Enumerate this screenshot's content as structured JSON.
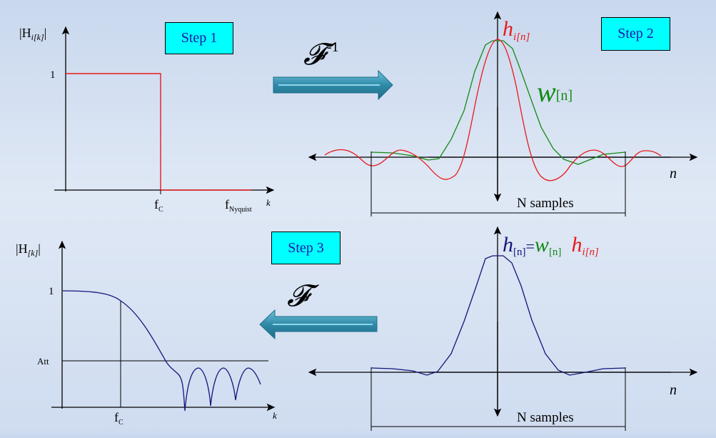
{
  "steps": {
    "step1": "Step 1",
    "step2": "Step 2",
    "step3": "Step 3"
  },
  "panel_top_left": {
    "y_label": "|H_i[k]|",
    "y_label_main": "|H",
    "y_label_sub": "i[k]",
    "tick_one": "1",
    "x_tick_fc": "f",
    "x_tick_fc_sub": "C",
    "x_tick_nyq": "f",
    "x_tick_nyq_sub": "Nyquist",
    "x_axis_label": "k"
  },
  "panel_bottom_left": {
    "y_label_main": "|H",
    "y_label_sub": "[k]",
    "tick_one": "1",
    "tick_att": "Att",
    "x_tick_fc": "f",
    "x_tick_fc_sub": "C",
    "x_axis_label": "k"
  },
  "panel_top_right": {
    "h_main": "h",
    "h_sub": "i[n]",
    "w_main": "w",
    "w_sub": "[n]",
    "x_axis_label": "n",
    "span_label": "N samples"
  },
  "panel_bottom_right": {
    "h_main": "h",
    "h_sub": "[n]",
    "equals": "=",
    "w_main": "w",
    "w_sub": "[n]",
    "hi_main": "h",
    "hi_sub": "i[n]",
    "x_axis_label": "n",
    "span_label": "N samples"
  },
  "arrows": {
    "inverse_transform": "𝓕",
    "inverse_exponent": "-1",
    "forward_transform": "𝓕"
  },
  "colors": {
    "red": "#e81a1a",
    "green": "#138a13",
    "navy": "#15157a",
    "arrow_fill": "#2f8aa8",
    "step_box": "#00ffff"
  }
}
